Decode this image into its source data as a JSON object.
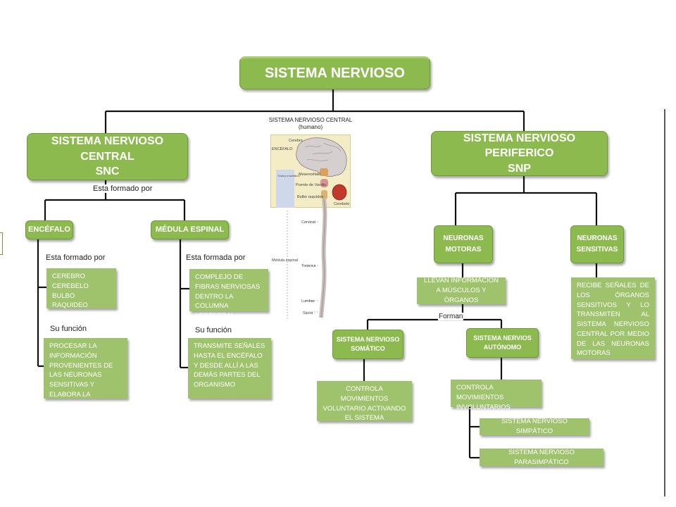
{
  "root": {
    "title": "SISTEMA NERVIOSO"
  },
  "snc": {
    "title_line1": "SISTEMA NERVIOSO CENTRAL",
    "title_line2": "SNC",
    "formed_label": "Esta formado por",
    "encefalo": {
      "title": "ENCÉFALO",
      "formed_label": "Esta formado por",
      "parts": [
        "CEREBRO",
        "CEREBELO",
        "BULBO RAQUIDEO"
      ],
      "function_label": "Su función",
      "function_text": "PROCESAR LA INFORMACIÓN PROVENIENTES DE LAS NEURONAS SENSITIVAS Y ELABORA LA"
    },
    "medula": {
      "title": "MÉDULA ESPINAL",
      "formed_label": "Esta formada por",
      "parts_text": "COMPLEJO DE FIBRAS NERVIOSAS DENTRO LA COLUMNA VERTEBRAL",
      "function_label": "Su función",
      "function_text": "TRANSMITE SEÑALES HASTA EL ENCÉFALO Y DESDE ALLÍ A LAS DEMÁS PARTES DEL ORGANISMO"
    }
  },
  "illustration": {
    "title_line1": "SISTEMA NERVIOSO CENTRAL",
    "title_line2": "(humano)",
    "labels": {
      "encefalo": "ENCÉFALO",
      "cerebro": "Cerebro",
      "tronco": "Tronco encefálico",
      "mesencefalo": "Mesencéfalo",
      "puente": "Puente de Varolio",
      "bulbo": "Bulbo raquídeo",
      "cerebelo": "Cerebelo",
      "medula": "Médula espinal",
      "cervical": "Cervical",
      "toracica": "Torácica",
      "lumbar": "Lumbar",
      "sacra": "Sacra"
    }
  },
  "snp": {
    "title_line1": "SISTEMA NERVIOSO PERIFERICO",
    "title_line2": "SNP",
    "motoras": {
      "title_line1": "NEURONAS",
      "title_line2": "MOTORAS",
      "text": "LLEVAN INFORMACIÓN A MÚSCULOS Y ÓRGANOS"
    },
    "sensitivas": {
      "title_line1": "NEURONAS",
      "title_line2": "SENSITIVAS",
      "text": "RECIBE SEÑALES DE LOS ÓRGANOS SENSITIVOS Y LO TRANSMITEN AL SISTEMA NERVIOSO CENTRAL POR MEDIO DE LAS NEURONAS MOTORAS"
    },
    "forman_label": "Forman",
    "somatico": {
      "title_line1": "SISTEMA NERVIOSO",
      "title_line2": "SOMÁTICO",
      "text": "CONTROLA MOVIMIENTOS VOLUNTARIO ACTIVANDO EL SISTEMA LOCOMOTOR"
    },
    "autonomo": {
      "title_line1": "SISTEMA NERVIOS",
      "title_line2": "AUTÓNOMO",
      "text": "CONTROLA MOVIMIENTOS INVOLUNTARIOS",
      "simpatico": "SISTEMA NERVIOSO SIMPÁTICO",
      "parasimpatico": "SISTEMA NERVIOSO PARASIMPÁTICO"
    }
  },
  "colors": {
    "box_green": "#8cba4f",
    "info_green": "#9fc36d",
    "connector": "#111111"
  }
}
